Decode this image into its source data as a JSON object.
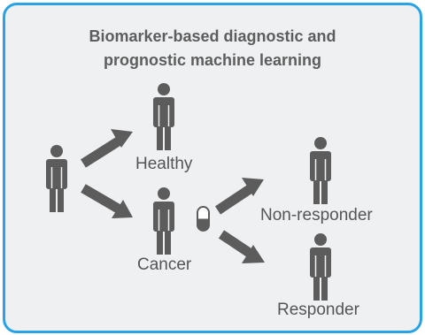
{
  "title": {
    "line1": "Biomarker-based diagnostic and",
    "line2": "prognostic machine learning"
  },
  "nodes": {
    "healthy": "Healthy",
    "cancer": "Cancer",
    "non_responder": "Non-responder",
    "responder": "Responder"
  },
  "icons": [
    "person-icon",
    "arrow-icon",
    "pill-capsule-icon"
  ],
  "colors": {
    "border": "#29a3e6",
    "background": "#eef0f2",
    "figure": "#5c5c5c",
    "text": "#555555"
  }
}
